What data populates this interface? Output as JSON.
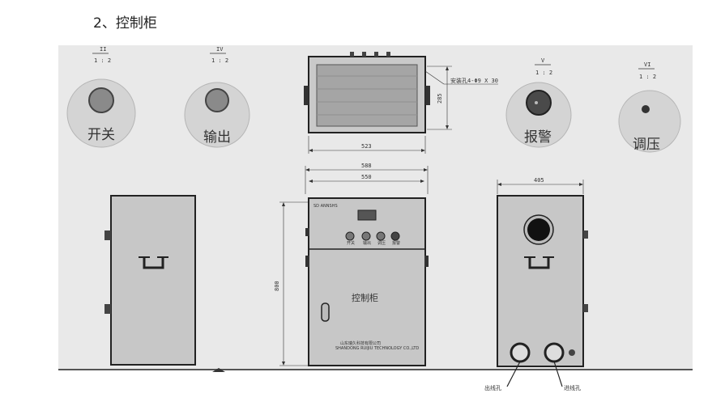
{
  "document": {
    "heading": "2、控制柜"
  },
  "details": [
    {
      "roman": "II",
      "ratio": "1 : 2",
      "label": "开关"
    },
    {
      "roman": "IV",
      "ratio": "1 : 2",
      "label": "输出"
    },
    {
      "roman": "V",
      "ratio": "1 : 2",
      "label": "报警"
    },
    {
      "roman": "VI",
      "ratio": "1 : 2",
      "label": "调压"
    }
  ],
  "top_view": {
    "width_dim": "523",
    "depth_dim": "285",
    "mount_note": "安装孔4-Φ9 X 30"
  },
  "front_view": {
    "dim_outer": "588",
    "dim_inner": "550",
    "height_dim": "800",
    "brand_small": "SD ANNSHS",
    "label": "控制柜",
    "company": "山东瑞久科技有限公司",
    "company_en": "SHANDONG RUIJIU TECHNOLOGY CO.,LTD",
    "knob_labels": [
      "开关",
      "输出",
      "调压",
      "报警"
    ]
  },
  "back_view": {
    "width_dim": "405",
    "outlet_label": "出线孔",
    "inlet_label": "进线孔"
  }
}
